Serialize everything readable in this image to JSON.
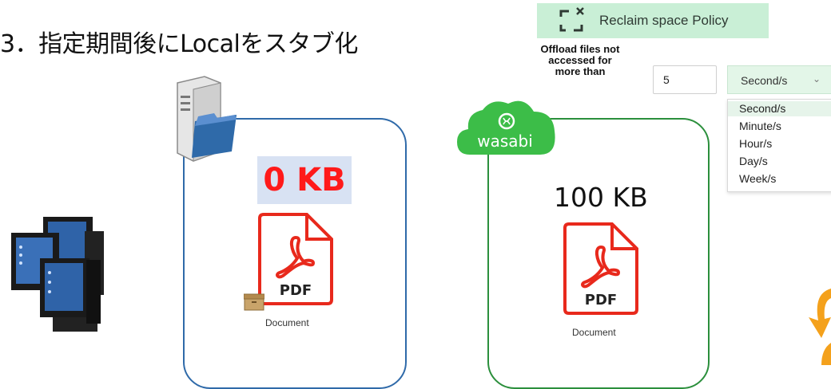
{
  "heading": "3．指定期間後にLocalをスタブ化",
  "policy": {
    "banner_label": "Reclaim space Policy",
    "offload_label": "Offload files not accessed for more than",
    "threshold_value": "5",
    "unit_selected": "Second/s",
    "unit_options": [
      "Second/s",
      "Minute/s",
      "Hour/s",
      "Day/s",
      "Week/s"
    ]
  },
  "local_panel": {
    "size_label": "0 KB",
    "file_type": "PDF",
    "file_caption": "Document"
  },
  "cloud_panel": {
    "brand": "wasabi",
    "size_label": "100 KB",
    "file_type": "PDF",
    "file_caption": "Document"
  },
  "colors": {
    "local_border": "#2f6aa9",
    "cloud_border": "#2b8f3c",
    "pdf_red": "#e8291c",
    "wasabi_green": "#3cbd48",
    "banner_bg": "#c9efd6"
  }
}
